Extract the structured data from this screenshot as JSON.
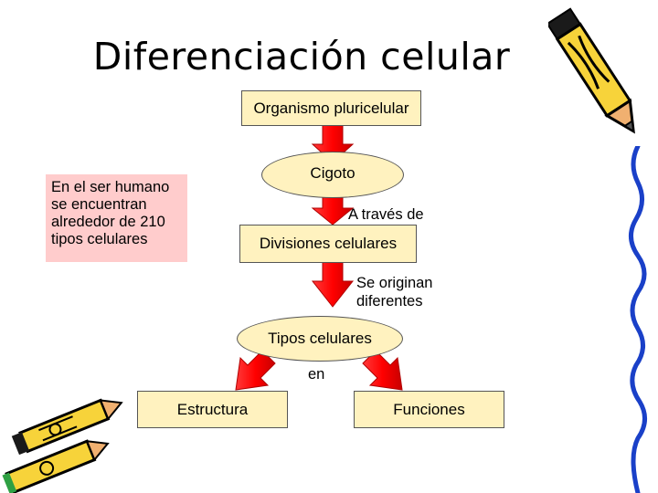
{
  "title": "Diferenciación celular",
  "nodes": {
    "organismo": "Organismo pluricelular",
    "cigoto": "Cigoto",
    "divisiones": "Divisiones celulares",
    "tipos": "Tipos celulares",
    "estructura": "Estructura",
    "funciones": "Funciones"
  },
  "labels": {
    "a_traves": "A través de",
    "se_originan_1": "Se originan",
    "se_originan_2": "diferentes",
    "en": "en"
  },
  "note": {
    "line1": "En el ser humano",
    "line2": "se encuentran",
    "line3": "alrededor de 210",
    "line4": "tipos celulares"
  },
  "colors": {
    "node_fill": "#fff2bf",
    "note_fill": "#ffcccc",
    "arrow": "#ff0000"
  },
  "icons": [
    "pencil-icon",
    "crayon-icon"
  ]
}
